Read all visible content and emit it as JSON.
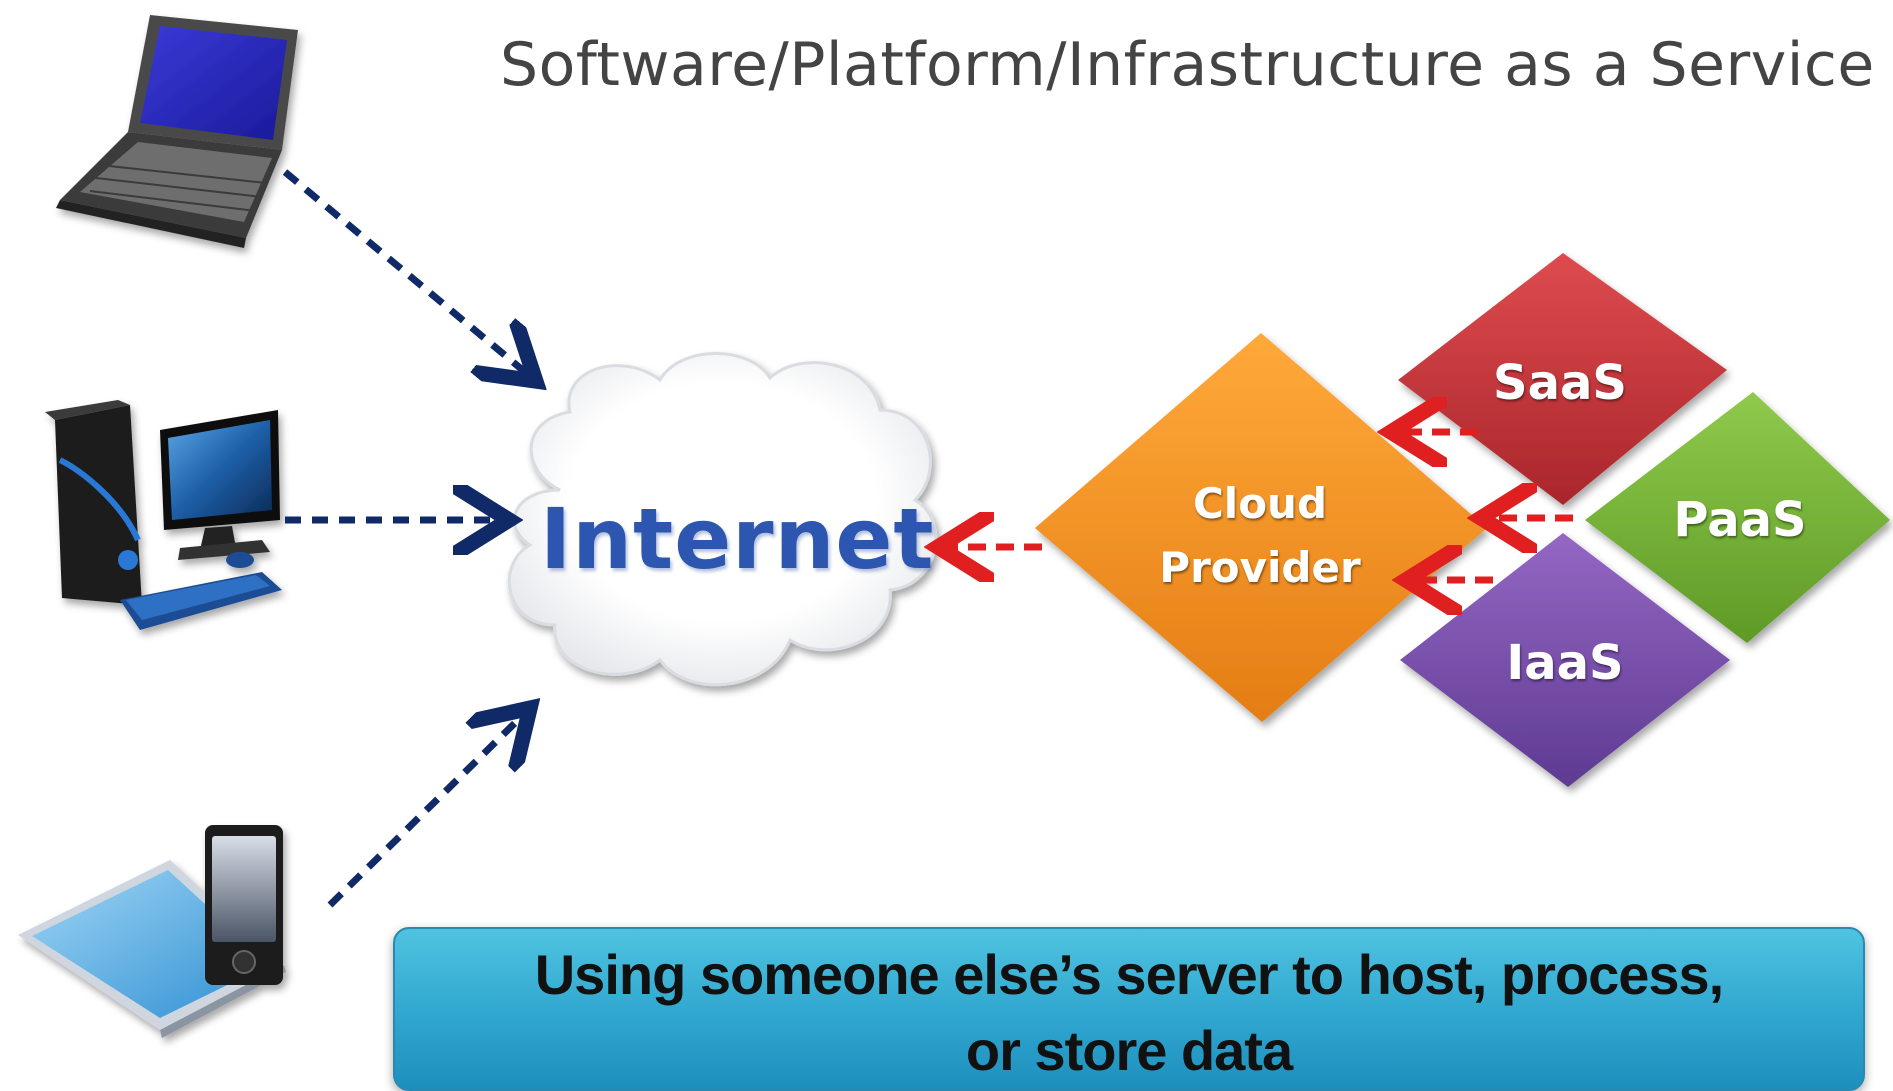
{
  "title": "Software/Platform/Infrastructure as a Service",
  "internet": {
    "label": "Internet"
  },
  "cloud_provider": {
    "line1": "Cloud",
    "line2": "Provider",
    "color": "#f0901e"
  },
  "services": [
    {
      "label": "SaaS",
      "color": "#c8353a"
    },
    {
      "label": "PaaS",
      "color": "#7ab83a"
    },
    {
      "label": "IaaS",
      "color": "#7b4fae"
    }
  ],
  "devices": [
    {
      "name": "laptop",
      "icon": "laptop-icon"
    },
    {
      "name": "desktop",
      "icon": "desktop-computer-icon"
    },
    {
      "name": "mobile",
      "icon": "tablet-and-phone-icon"
    }
  ],
  "arrow_colors": {
    "devices": "#0f2a66",
    "services": "#e02020"
  },
  "banner": {
    "line1": "Using someone else’s server to host, process,",
    "line2": "or store data",
    "color": "#32a8d4"
  }
}
